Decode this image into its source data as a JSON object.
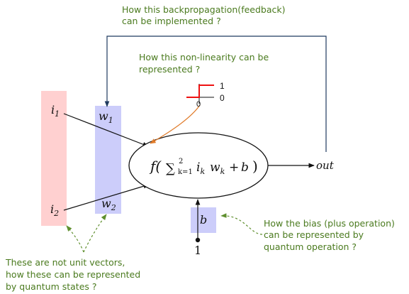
{
  "colors": {
    "note_text": "#4a7a1e",
    "input_bar": "#ffd0d0",
    "weight_bar": "#cccdfa",
    "feedback_line": "#1f3a5f",
    "step_line": "#ee1111",
    "orange_arrow": "#e07b2a",
    "dashed_arrow": "#5f8f2e",
    "black": "#111111"
  },
  "notes": {
    "backprop": [
      "How this backpropagation(feedback)",
      "can be implemented ?"
    ],
    "nonlinearity": [
      "How this non-linearity can be",
      "represented ?"
    ],
    "bias": [
      "How the bias (plus operation)",
      "can be represented by",
      "quantum operation ?"
    ],
    "unit_vectors": [
      "These are not unit vectors,",
      "how these can be represented",
      "by quantum states ?"
    ]
  },
  "inputs": {
    "i1": {
      "base": "i",
      "sub": "1"
    },
    "i2": {
      "base": "i",
      "sub": "2"
    }
  },
  "weights": {
    "w1": {
      "base": "w",
      "sub": "1"
    },
    "w2": {
      "base": "w",
      "sub": "2"
    }
  },
  "neuron": {
    "f": "f(",
    "sum": "∑",
    "sum_top": "2",
    "sum_bottom": "k=1",
    "ik_base": "i",
    "ik_sub": "k",
    "wk_base": "w",
    "wk_sub": "k",
    "plus": "+",
    "b": "b",
    "close": ")"
  },
  "output_label": "out",
  "bias": {
    "label": "b",
    "input_value": "1"
  },
  "step": {
    "high_label": "1",
    "low_label": "0",
    "origin_label": "0"
  }
}
